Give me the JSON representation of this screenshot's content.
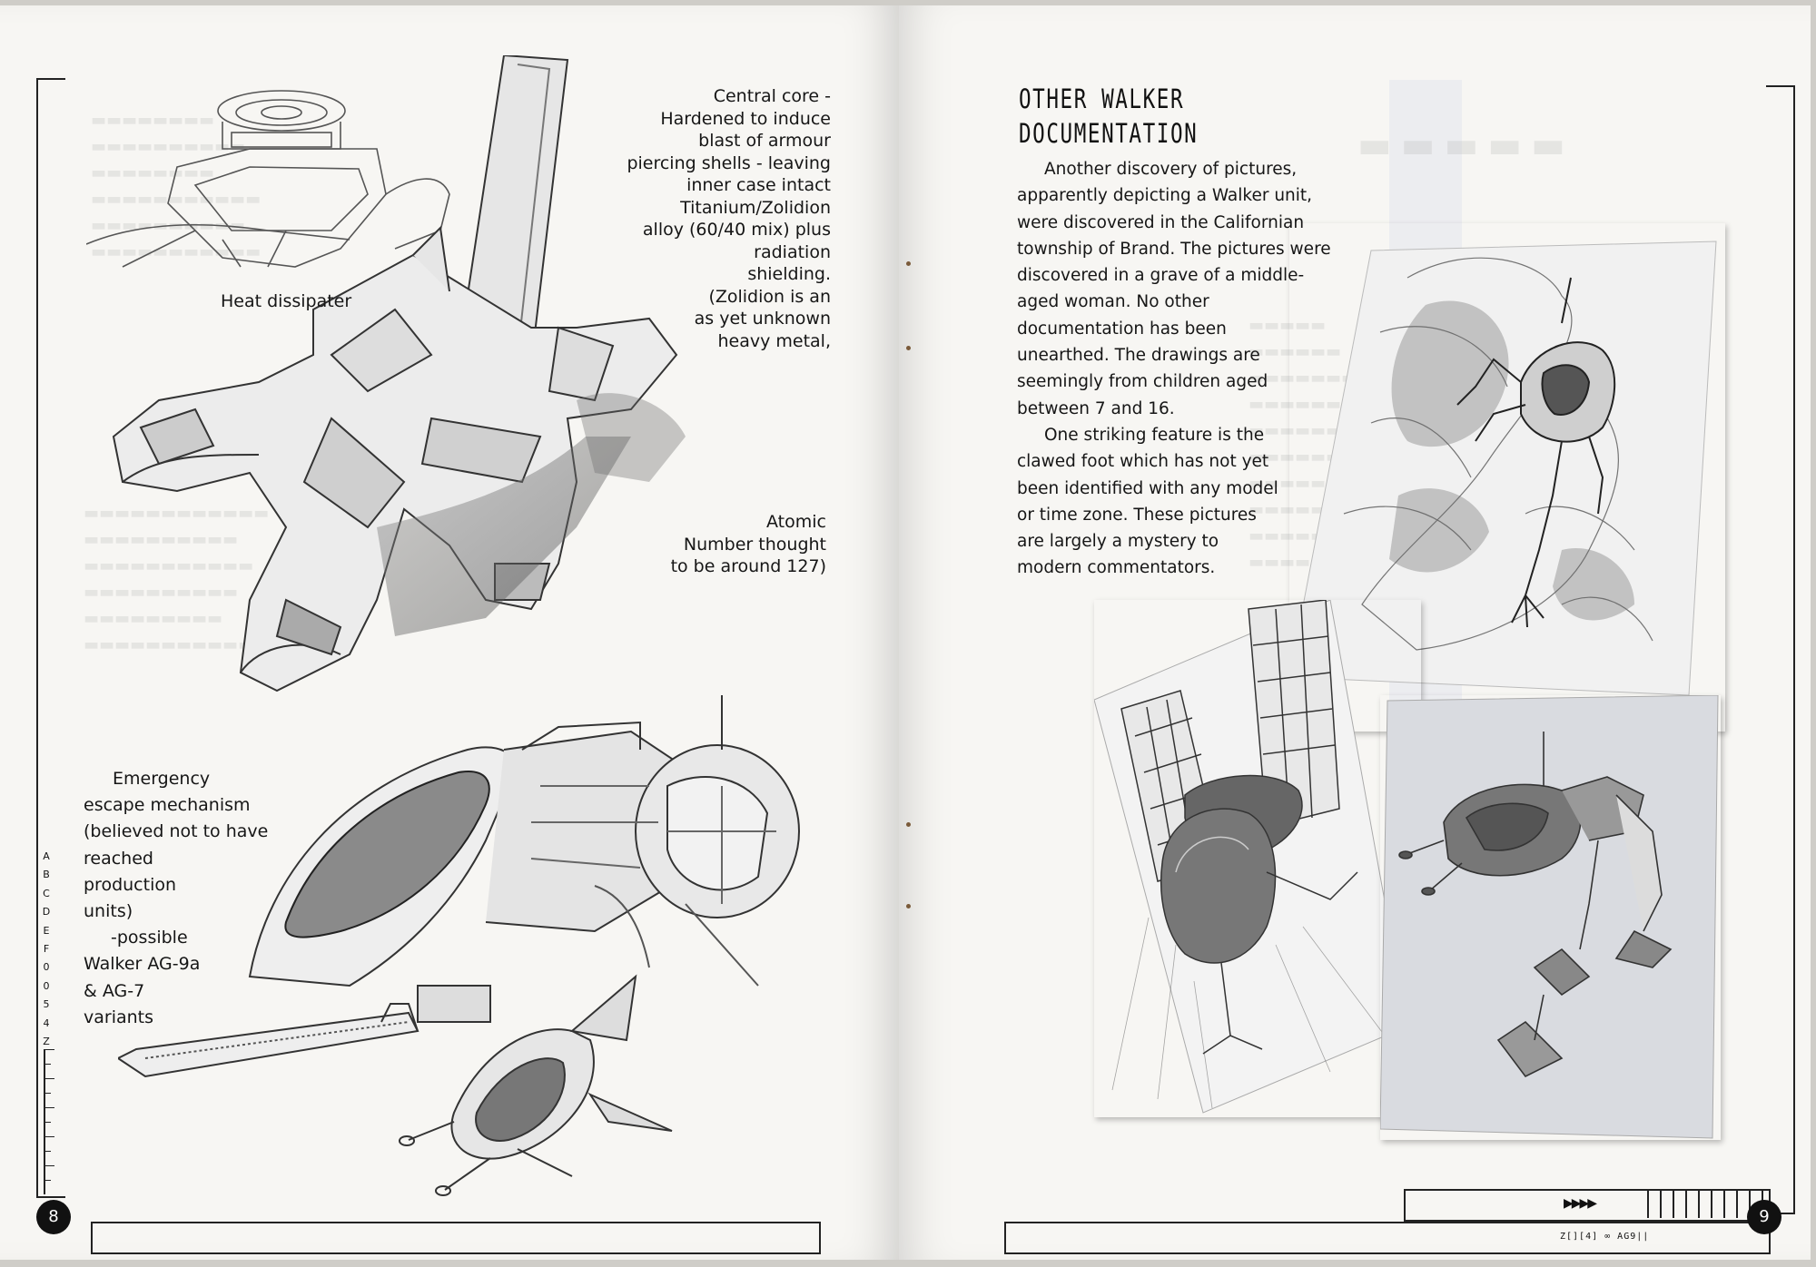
{
  "left_page": {
    "page_number": "8",
    "labels": {
      "central_core": [
        "Central core -",
        "Hardened to induce",
        "blast of armour",
        "piercing shells - leaving",
        "inner case intact",
        "Titanium/Zolidion",
        "alloy (60/40 mix) plus",
        "radiation",
        "shielding.",
        "(Zolidion is an",
        "as yet unknown",
        "heavy metal,"
      ],
      "atomic": [
        "Atomic",
        "Number thought",
        "to be around 127)"
      ],
      "heat_dissipater": "Heat dissipater",
      "emergency": [
        "Emergency",
        "escape mechanism",
        "(believed not to have",
        "reached",
        "production",
        "units)",
        "-possible",
        "Walker AG-9a",
        "& AG-7",
        "variants"
      ]
    },
    "margin_letters": [
      "A",
      "B",
      "C",
      "D",
      "E",
      "F",
      "0",
      "0",
      "5",
      "4",
      "Z"
    ]
  },
  "right_page": {
    "page_number": "9",
    "heading": [
      "OTHER WALKER",
      "DOCUMENTATION"
    ],
    "body_lines": [
      "Another discovery of pictures,",
      "apparently depicting a Walker unit,",
      "were discovered in the Californian",
      "township of Brand. The pictures were",
      "discovered in a grave of a middle-",
      "aged woman. No other",
      "documentation has been",
      "unearthed. The drawings are",
      "seemingly from children aged",
      "between 7 and 16.",
      "One striking feature is the",
      "clawed foot which has not yet",
      "been identified with any model",
      "or time zone. These pictures",
      "are largely a mystery to",
      "modern commentators."
    ],
    "footer_code": "Z[][4] ∞ AG9||",
    "arrows": "▶▶▶▶"
  },
  "colors": {
    "paper": "#f7f6f3",
    "ink": "#161616",
    "pencil": "#555555"
  },
  "icons": [
    "page-number-badge",
    "arrow-marker-icon"
  ]
}
